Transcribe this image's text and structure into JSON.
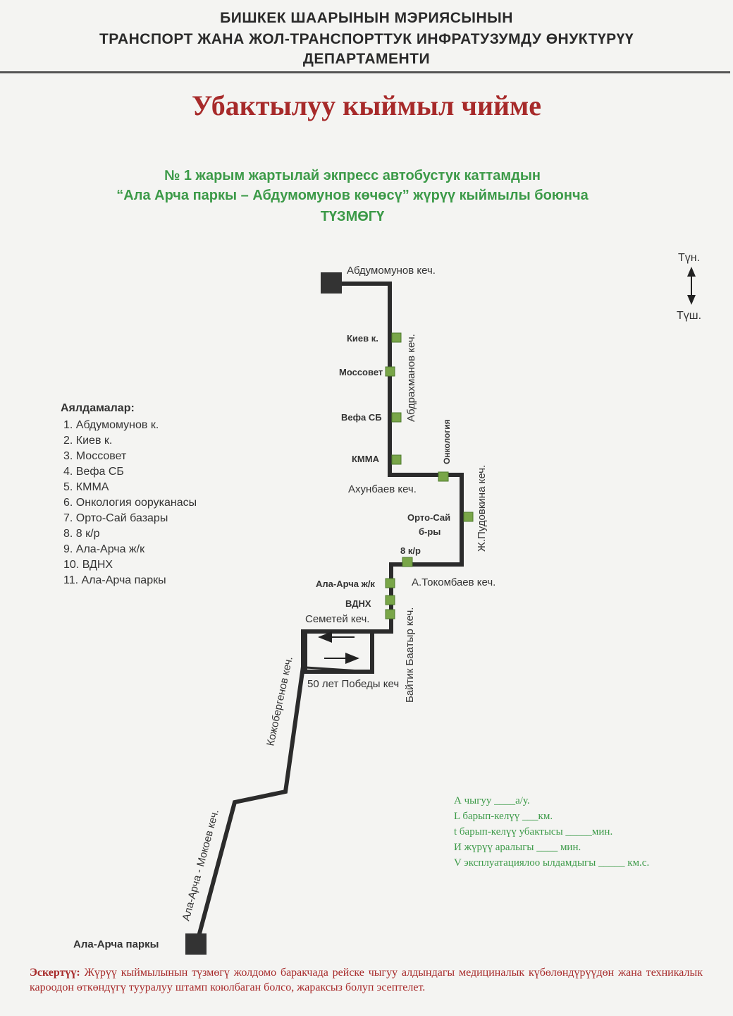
{
  "header": {
    "line1": "БИШКЕК ШААРЫНЫН  МЭРИЯСЫНЫН",
    "line2": "ТРАНСПОРТ ЖАНА ЖОЛ-ТРАНСПОРТТУК ИНФРАТУЗУМДУ ӨНУКТҮРҮҮ",
    "line3": "ДЕПАРТАМЕНТИ"
  },
  "title": "Убактылуу кыймыл чийме",
  "subtitle": {
    "line1": "№  1  жарым жартылай экпресс автобустук каттамдын",
    "line2": "“Ала Арча паркы – Абдумомунов көчөсү” жүрүү кыймылы боюнча",
    "line3": "ТҮЗМӨГҮ"
  },
  "compass": {
    "north": "Түн.",
    "south": "Түш."
  },
  "stops": {
    "title": "Аялдамалар:",
    "items": [
      "1. Абдумомунов к.",
      "2. Киев к.",
      "3. Моссовет",
      "4. Вефа СБ",
      "5. КММА",
      "6. Онкология ооруканасы",
      "7. Орто-Сай базары",
      "8. 8 к/р",
      "9. Ала-Арча ж/к",
      "10. ВДНХ",
      "11. Ала-Арча паркы"
    ]
  },
  "map": {
    "terminal_top": "Абдумомунов кеч.",
    "terminal_bottom": "Ала-Арча паркы",
    "streets": {
      "abdrakhmanov": "Абдрахманов кеч.",
      "akhunbaev": "Ахунбаев кеч.",
      "pudovkina": "Ж.Пудовкина кеч.",
      "tokombaev": "А.Токомбаев кеч.",
      "semetey": "Семетей  кеч.",
      "pobedy": "50 лет Победы  кеч",
      "baityk": "Байтик Баатыр кеч.",
      "kozhobergenov": "Кожобергенов кеч.",
      "mokoev": "Ала-Арча - Мокоев кеч."
    },
    "stop_labels": {
      "kiev": "Киев к.",
      "mossovet": "Моссовет",
      "vefa": "Вефа СБ",
      "kmma": "КММА",
      "onko": "Онкология",
      "ortosai1": "Орто-Сай",
      "ortosai2": "б-ры",
      "kr8": "8 к/р",
      "alaarcha": "Ала-Арча ж/к",
      "vdnh": "ВДНХ"
    },
    "route_color": "#2b2b2b",
    "stop_color": "#79a648"
  },
  "params": {
    "a": "А чыгуу  ____а/у.",
    "l": "L барып-келүү  ___км.",
    "t": "t барып-келүү убактысы _____мин.",
    "i": "И жүрүү аралыгы  ____   мин.",
    "v": "V эксплуатациялоо ылдамдыгы _____ км.с."
  },
  "note": {
    "label": "Эскертүү:",
    "text": " Жүрүү кыймылынын түзмөгү жолдомо баракчада рейске чыгуу алдындагы медициналык күбөлөндүрүүдөн жана техникалык кароодон өткөндүгү тууралуу штамп коюлбаган болсо, жараксыз болуп эсептелет."
  }
}
